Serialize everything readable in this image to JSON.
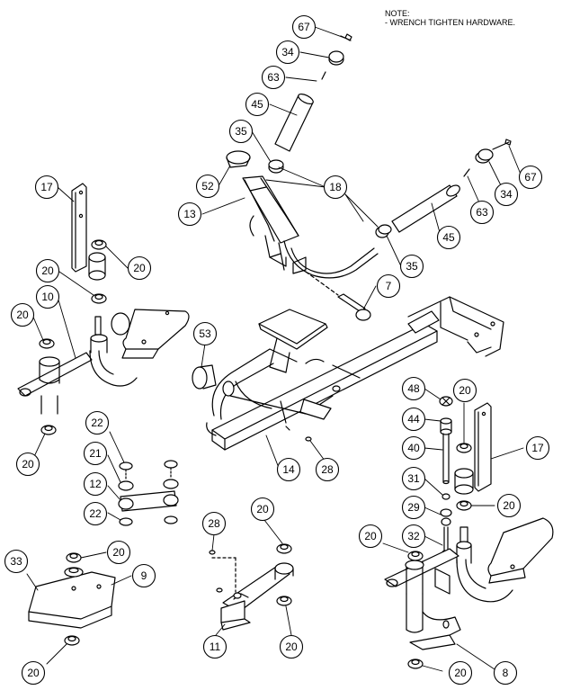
{
  "note": {
    "heading": "NOTE:",
    "line1": "-  WRENCH TIGHTEN HARDWARE."
  },
  "callouts": {
    "c67a": "67",
    "c34a": "34",
    "c63a": "63",
    "c45a": "45",
    "c35a": "35",
    "c52": "52",
    "c13": "13",
    "c18": "18",
    "c45b": "45",
    "c63b": "63",
    "c34b": "34",
    "c67b": "67",
    "c35b": "35",
    "c7": "7",
    "c17a": "17",
    "c20a": "20",
    "c20b": "20",
    "c10": "10",
    "c20c": "20",
    "c20d": "20",
    "c53": "53",
    "c14": "14",
    "c28a": "28",
    "c22a": "22",
    "c21": "21",
    "c12": "12",
    "c22b": "22",
    "c48": "48",
    "c20e": "20",
    "c44": "44",
    "c40": "40",
    "c17b": "17",
    "c31": "31",
    "c29": "29",
    "c20f": "20",
    "c20g": "20",
    "c32": "32",
    "c28b": "28",
    "c20h": "20",
    "c11": "11",
    "c20i": "20",
    "c33": "33",
    "c20j": "20",
    "c9": "9",
    "c20k": "20",
    "c20l": "20",
    "c8": "8"
  }
}
